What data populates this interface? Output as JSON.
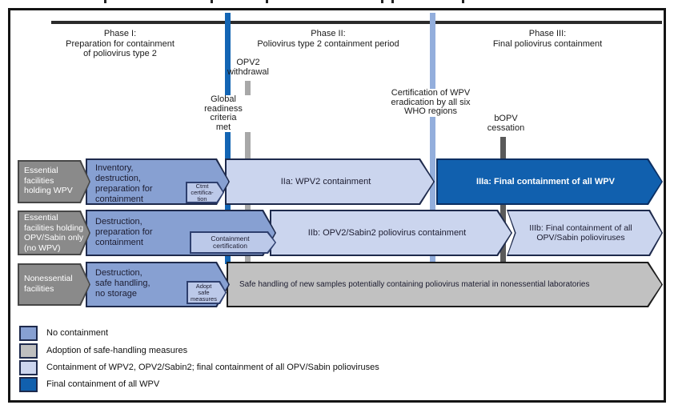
{
  "figure": {
    "phases": [
      {
        "title": "Phase I:",
        "subtitle": "Preparation for containment\nof poliovirus type 2"
      },
      {
        "title": "Phase II:",
        "subtitle": "Poliovirus type 2 containment period"
      },
      {
        "title": "Phase III:",
        "subtitle": "Final poliovirus containment"
      }
    ],
    "milestones": [
      {
        "id": "global-readiness",
        "label": "Global\nreadiness\ncriteria\nmet",
        "color": "#1365B4"
      },
      {
        "id": "opv2-withdrawal",
        "label": "OPV2\nwithdrawal",
        "color": "#A8A8A8"
      },
      {
        "id": "wpv-certification",
        "label": "Certification of WPV\neradication by all six\nWHO regions",
        "color": "#93AEDC"
      },
      {
        "id": "bopv-cessation",
        "label": "bOPV\ncessation",
        "color": "#5A5A5A"
      }
    ],
    "rows": [
      {
        "facility": "Essential\nfacilities\nholding WPV",
        "phase1": "Inventory,\ndestruction,\npreparation for\ncontainment",
        "certification_tag": "Ctmt\ncertifica-\ntion",
        "phase2": "IIa: WPV2 containment",
        "phase3": "IIIa: Final containment of all WPV"
      },
      {
        "facility": "Essential\nfacilities holding\nOPV/Sabin only\n(no WPV)",
        "phase1": "Destruction,\npreparation for\ncontainment",
        "certification_tag": "Containment\ncertification",
        "phase2": "IIb: OPV2/Sabin2 poliovirus containment",
        "phase3": "IIIb: Final containment of all\nOPV/Sabin polioviruses"
      },
      {
        "facility": "Nonessential\nfacilities",
        "phase1": "Destruction,\nsafe handling,\nno storage",
        "certification_tag": "Adopt\nsafe\nmeasures",
        "phase2": "Safe handling of new samples potentially containing poliovirus material in nonessential laboratories"
      }
    ],
    "legend": [
      {
        "label": "No containment",
        "color": "#87A0D2"
      },
      {
        "label": "Adoption of safe-handling measures",
        "color": "#BFBFBF"
      },
      {
        "label": "Containment of WPV2, OPV2/Sabin2; final containment of all OPV/Sabin polioviruses",
        "color": "#CBD5EE"
      },
      {
        "label": "Final containment of all WPV",
        "color": "#1160AE"
      }
    ]
  }
}
